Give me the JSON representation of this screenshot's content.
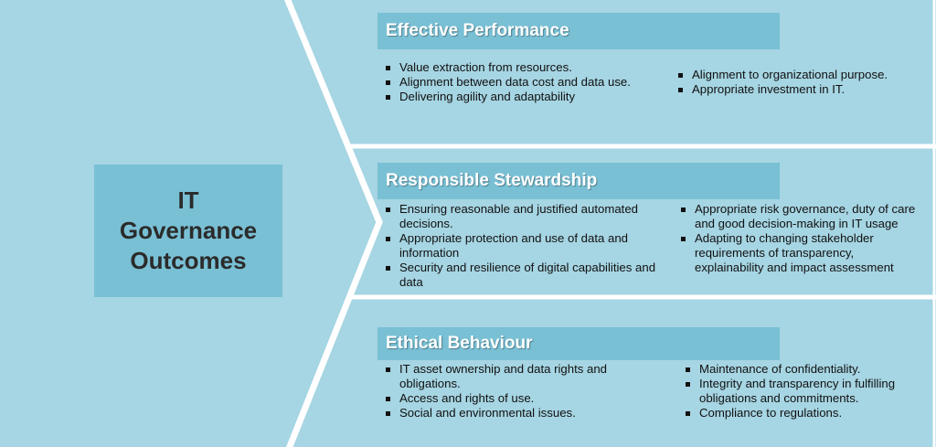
{
  "center": {
    "title": "IT\nGovernance\nOutcomes"
  },
  "sections": [
    {
      "title": "Effective Performance",
      "left": [
        "Value extraction from resources.",
        "Alignment between data cost and data use.",
        "Delivering agility and adaptability"
      ],
      "right": [
        "Alignment to organizational purpose.",
        "Appropriate investment in IT."
      ]
    },
    {
      "title": "Responsible Stewardship",
      "left": [
        "Ensuring reasonable and justified automated decisions.",
        "Appropriate protection and use of data and information",
        "Security and resilience of digital capabilities and data"
      ],
      "right": [
        "Appropriate risk governance, duty of care and good decision-making in IT usage",
        "Adapting to changing stakeholder requirements of transparency, explainability and impact assessment"
      ]
    },
    {
      "title": "Ethical Behaviour",
      "left": [
        "IT asset ownership and data rights and obligations.",
        "Access and rights of use.",
        "Social and environmental issues."
      ],
      "right": [
        "Maintenance of confidentiality.",
        "Integrity and transparency in fulfilling obligations and commitments.",
        "Compliance to regulations."
      ]
    }
  ]
}
